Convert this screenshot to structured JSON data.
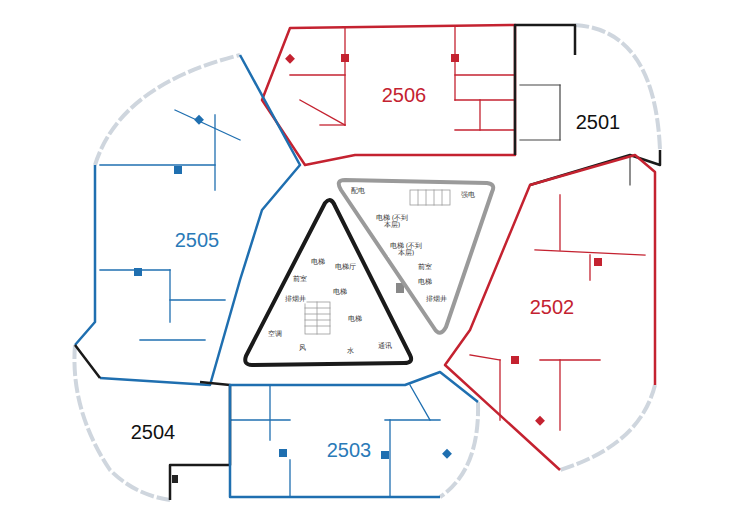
{
  "diagram": {
    "nodes": [
      {
        "text": [
          "2506"
        ]
      },
      {
        "text": [
          "2501"
        ]
      },
      {
        "text": [
          "2505"
        ]
      },
      {
        "text": [
          "配电",
          "强电",
          "电梯 (不到本层)",
          "电梯 (不到本层)",
          "前室",
          "电梯",
          "排烟井"
        ]
      },
      {
        "text": [
          "排烟井",
          "电梯",
          "电梯厅",
          "前室",
          "电梯",
          "电梯",
          "空调",
          "风",
          "水",
          "通讯"
        ]
      },
      {
        "text": [
          "2502"
        ]
      },
      {
        "text": [
          "2504"
        ]
      },
      {
        "text": [
          "2503"
        ]
      }
    ]
  }
}
